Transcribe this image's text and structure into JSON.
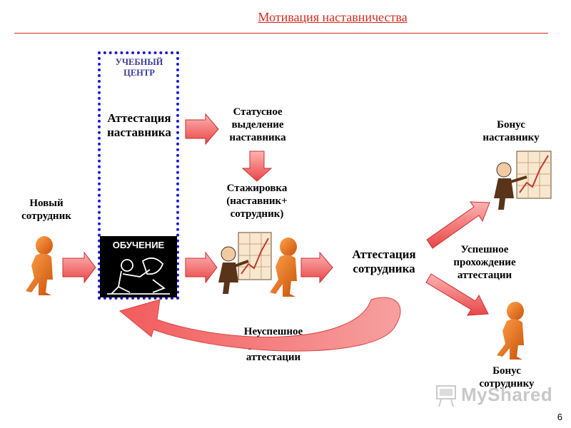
{
  "title": "Мотивация наставничества",
  "training_center": "УЧЕБНЫЙ ЦЕНТР",
  "mentor_attestation": "Аттестация наставника",
  "status_highlight": "Статусное выделение наставника",
  "internship": "Стажировка (наставник+ сотрудник)",
  "new_employee": "Новый сотрудник",
  "training_badge": "ОБУЧЕНИЕ",
  "employee_attestation": "Аттестация сотрудника",
  "success": "Успешное прохождение аттестации",
  "failure": "Неуспешное прохождение аттестации",
  "bonus_mentor": "Бонус наставнику",
  "bonus_employee": "Бонус сотруднику",
  "page_number": "6",
  "watermark": "MyShared",
  "colors": {
    "title": "#d42a1e",
    "box_border": "#1a1ad6",
    "arrow": "#f06a6a",
    "figure": "#e8701a"
  }
}
